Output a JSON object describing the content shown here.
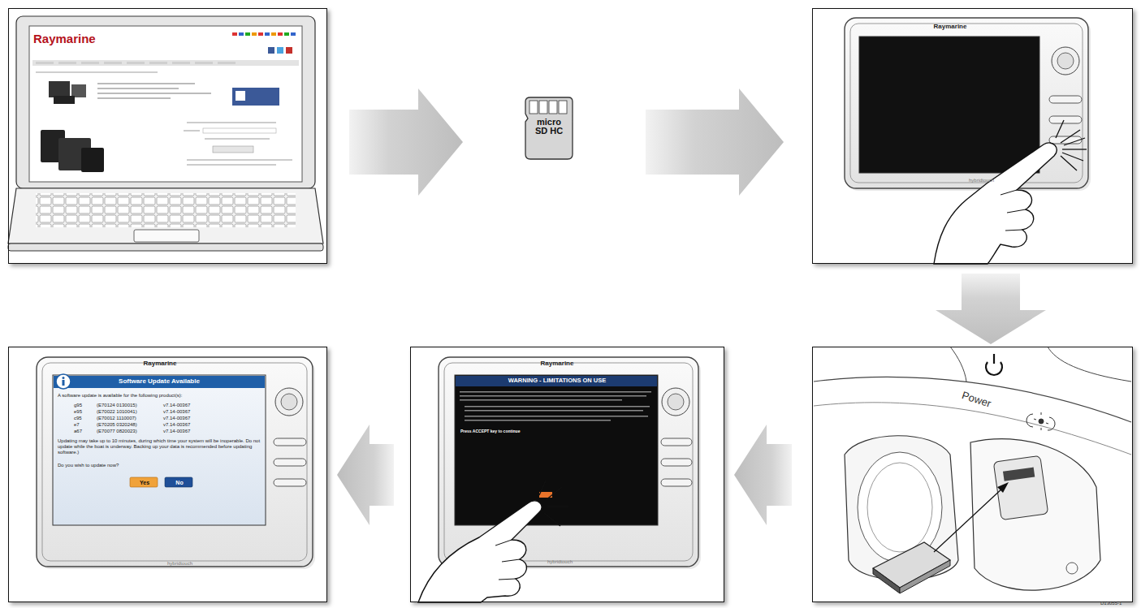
{
  "diagram": {
    "nodes": [
      {
        "text": [
          "Raymarine"
        ]
      },
      {
        "text": [
          "micro SD HC"
        ]
      },
      {
        "text": [
          "Raymarine",
          "hybridtouch"
        ]
      },
      {
        "text": [
          "Power"
        ]
      },
      {
        "text": [
          "Raymarine",
          "WARNING - LIMITATIONS ON USE",
          "Press ACCEPT key to continue",
          "hybridtouch"
        ]
      },
      {
        "text": [
          "Raymarine",
          "Software Update Available",
          "A software update is available for the following product(s):",
          "g95",
          "(E70124 0130015)",
          "v7.14-00367",
          "e95",
          "(E70022 1010041)",
          "v7.14-00367",
          "c95",
          "(E70012 1110007)",
          "v7.14-00367",
          "e7",
          "(E70205 0320248)",
          "v7.14-00367",
          "a67",
          "(E70077 0820023)",
          "v7.14-00367",
          "Updating may take up to 10 minutes, during which time your system will be inoperable. Do not update while the boat is underway. Backing up your data is recommended before updating software.)",
          "Do you wish to update now?",
          "Yes",
          "No",
          "hybridtouch"
        ]
      }
    ],
    "edges": [
      {
        "from": 0,
        "to": 1,
        "arrow": "to"
      },
      {
        "from": 1,
        "to": 2,
        "arrow": "to"
      },
      {
        "from": 2,
        "to": 3,
        "arrow": "to"
      },
      {
        "from": 3,
        "to": 4,
        "arrow": "to"
      },
      {
        "from": 4,
        "to": 5,
        "arrow": "to"
      }
    ],
    "labels": [
      "D13055-1"
    ]
  }
}
